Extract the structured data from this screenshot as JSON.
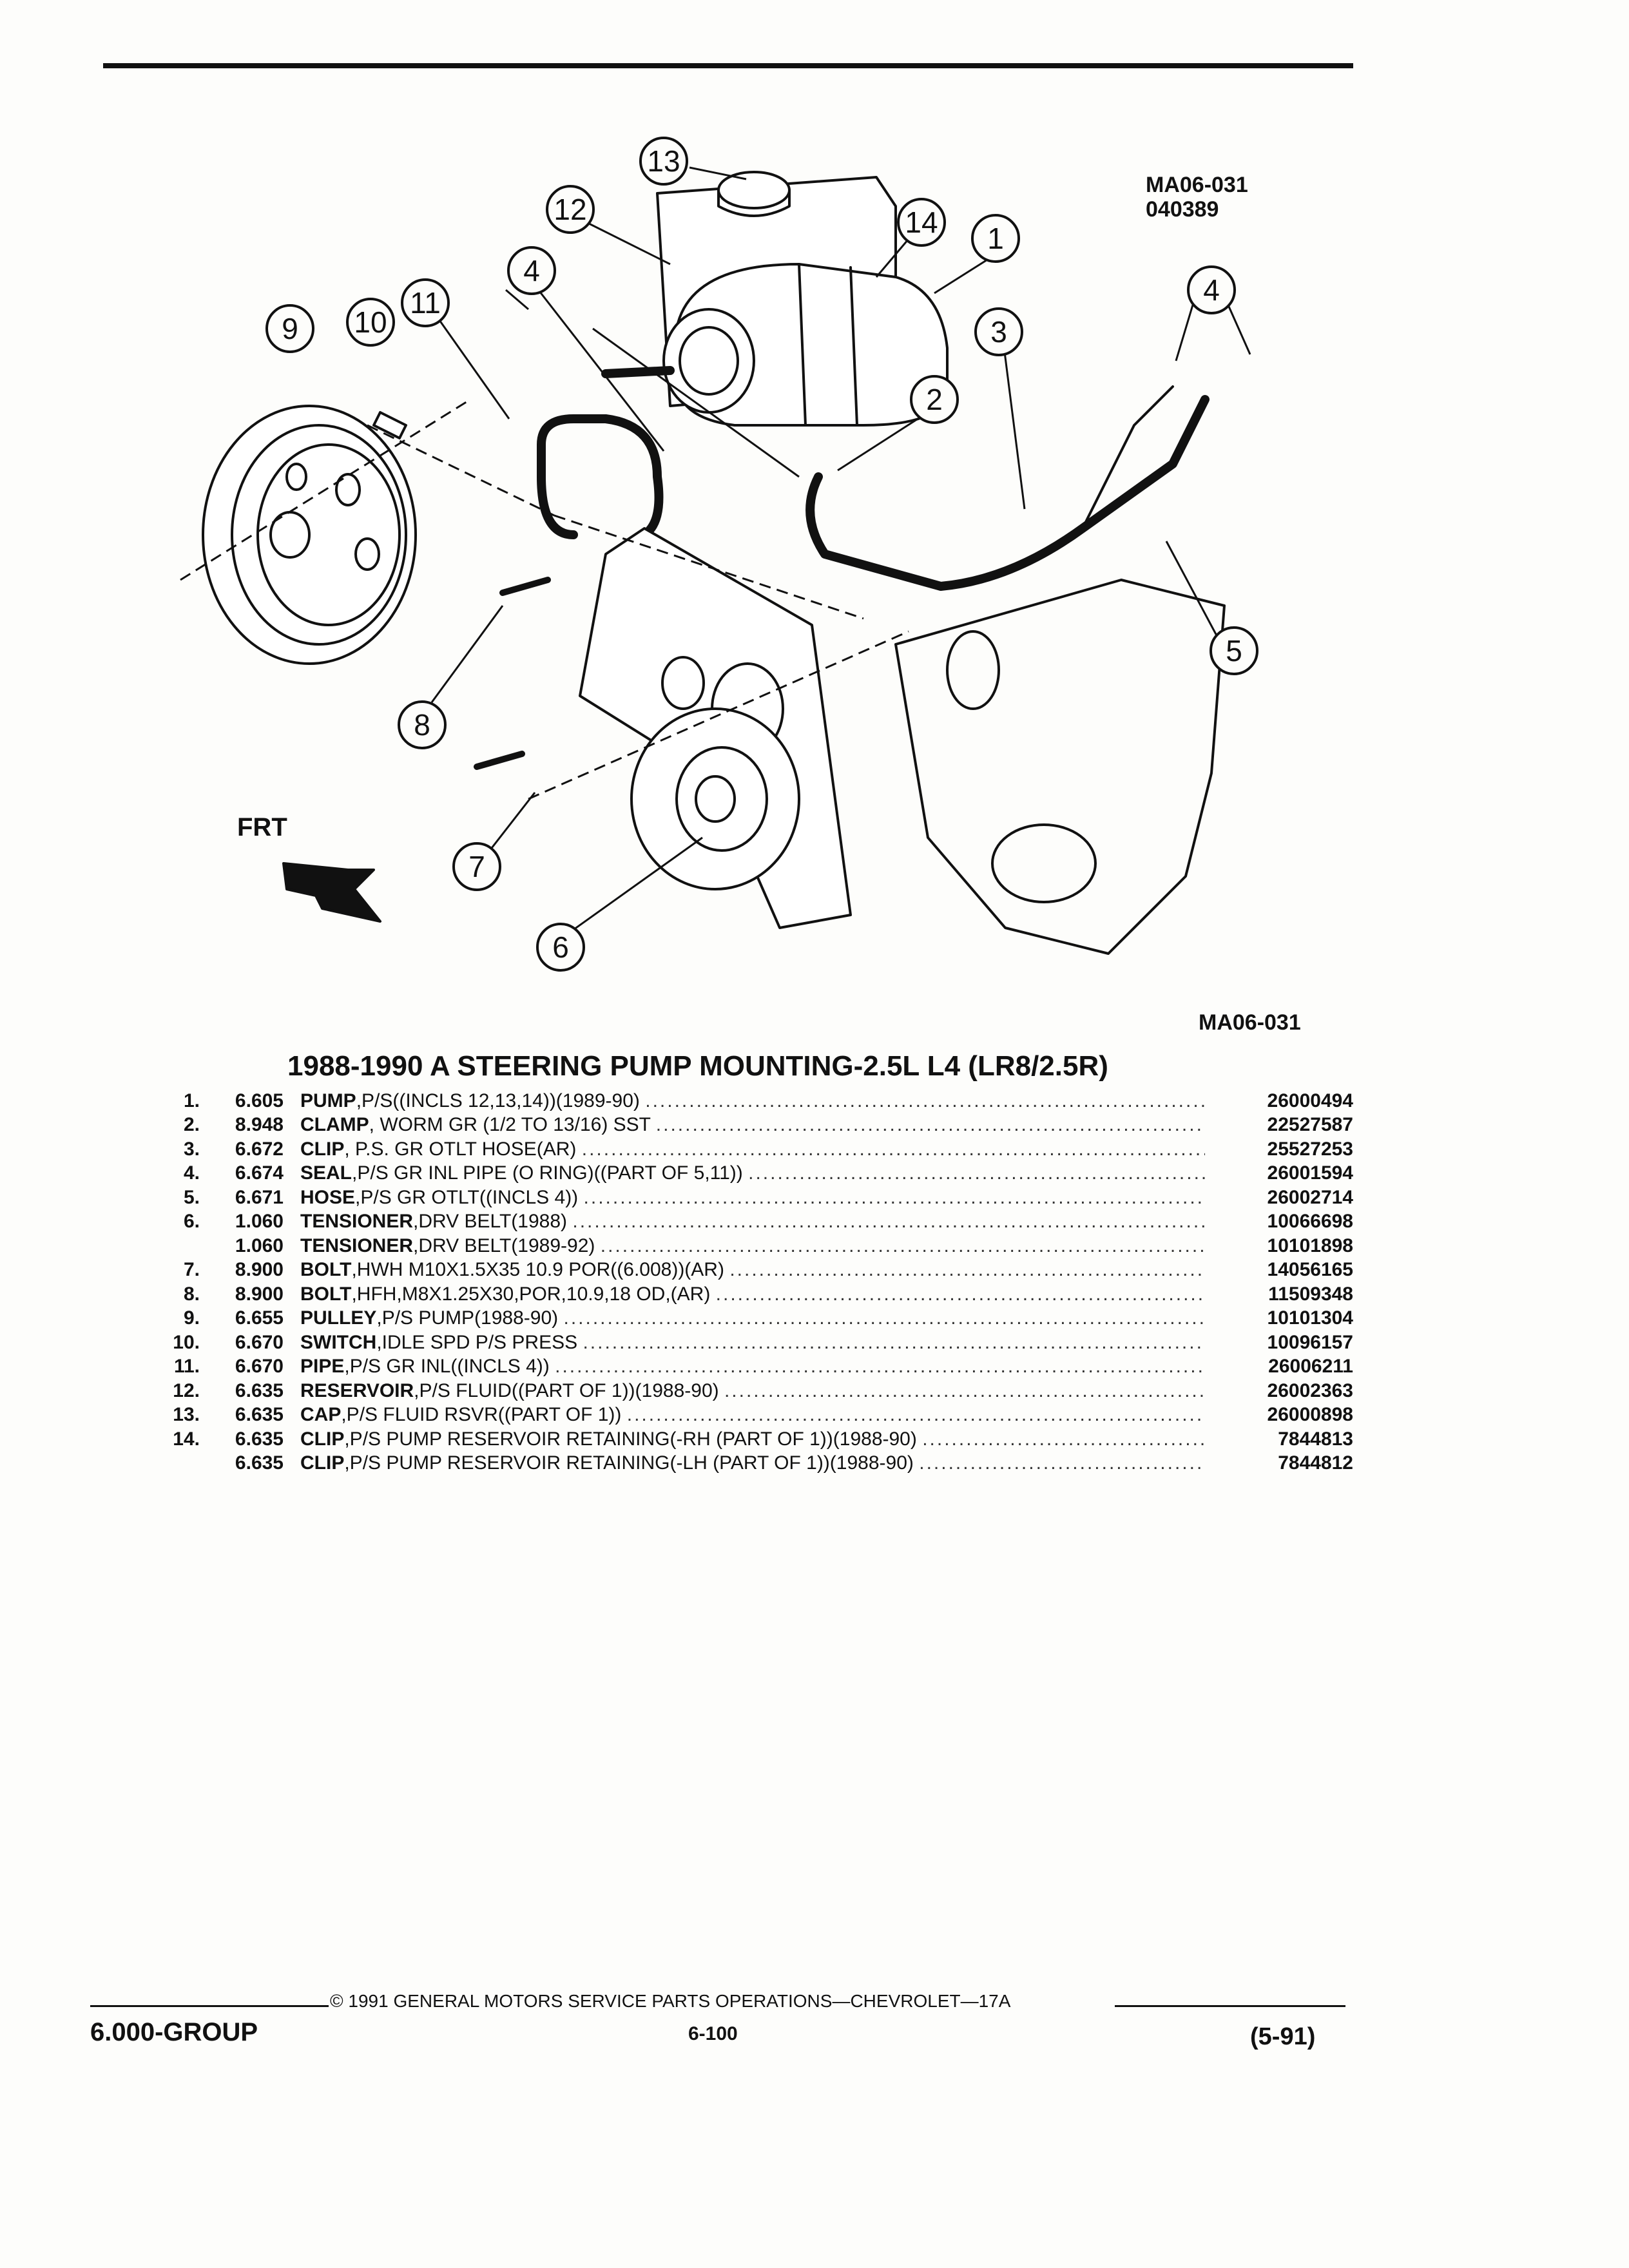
{
  "diagram": {
    "id_lines": [
      "MA06-031",
      "040389"
    ],
    "code": "MA06-031",
    "frt_label": "FRT",
    "callouts": [
      "13",
      "12",
      "14",
      "1",
      "4",
      "11",
      "10",
      "9",
      "3",
      "2",
      "4",
      "5",
      "8",
      "7",
      "6"
    ]
  },
  "title": "1988-1990 A STEERING PUMP MOUNTING-2.5L L4 (LR8/2.5R)",
  "parts": [
    {
      "num": "1.",
      "group": "6.605",
      "name": "PUMP",
      "detail": ",P/S((INCLS 12,13,14))(1989-90)",
      "part_no": "26000494"
    },
    {
      "num": "2.",
      "group": "8.948",
      "name": "CLAMP",
      "detail": ", WORM GR (1/2 TO 13/16) SST",
      "part_no": "22527587"
    },
    {
      "num": "3.",
      "group": "6.672",
      "name": "CLIP",
      "detail": ", P.S. GR OTLT HOSE(AR)",
      "part_no": "25527253"
    },
    {
      "num": "4.",
      "group": "6.674",
      "name": "SEAL",
      "detail": ",P/S GR INL PIPE (O RING)((PART OF 5,11))",
      "part_no": "26001594"
    },
    {
      "num": "5.",
      "group": "6.671",
      "name": "HOSE",
      "detail": ",P/S GR OTLT((INCLS 4))",
      "part_no": "26002714"
    },
    {
      "num": "6.",
      "group": "1.060",
      "name": "TENSIONER",
      "detail": ",DRV BELT(1988)",
      "part_no": "10066698"
    },
    {
      "num": "",
      "group": "1.060",
      "name": "TENSIONER",
      "detail": ",DRV BELT(1989-92)",
      "part_no": "10101898"
    },
    {
      "num": "7.",
      "group": "8.900",
      "name": "BOLT",
      "detail": ",HWH M10X1.5X35 10.9 POR((6.008))(AR)",
      "part_no": "14056165"
    },
    {
      "num": "8.",
      "group": "8.900",
      "name": "BOLT",
      "detail": ",HFH,M8X1.25X30,POR,10.9,18 OD,(AR)",
      "part_no": "11509348"
    },
    {
      "num": "9.",
      "group": "6.655",
      "name": "PULLEY",
      "detail": ",P/S PUMP(1988-90)",
      "part_no": "10101304"
    },
    {
      "num": "10.",
      "group": "6.670",
      "name": "SWITCH",
      "detail": ",IDLE SPD P/S PRESS",
      "part_no": "10096157"
    },
    {
      "num": "11.",
      "group": "6.670",
      "name": "PIPE",
      "detail": ",P/S GR INL((INCLS 4))",
      "part_no": "26006211"
    },
    {
      "num": "12.",
      "group": "6.635",
      "name": "RESERVOIR",
      "detail": ",P/S FLUID((PART OF 1))(1988-90)",
      "part_no": "26002363"
    },
    {
      "num": "13.",
      "group": "6.635",
      "name": "CAP",
      "detail": ",P/S FLUID RSVR((PART OF 1))",
      "part_no": "26000898"
    },
    {
      "num": "14.",
      "group": "6.635",
      "name": "CLIP",
      "detail": ",P/S PUMP RESERVOIR RETAINING(-RH (PART OF 1))(1988-90)",
      "part_no": "7844813"
    },
    {
      "num": "",
      "group": "6.635",
      "name": "CLIP",
      "detail": ",P/S PUMP RESERVOIR RETAINING(-LH (PART OF 1))(1988-90)",
      "part_no": "7844812"
    }
  ],
  "footer": {
    "copyright": "© 1991 GENERAL MOTORS SERVICE PARTS OPERATIONS—CHEVROLET—17A",
    "group_label": "6.000-GROUP",
    "page_number": "6-100",
    "revision": "(5-91)"
  }
}
